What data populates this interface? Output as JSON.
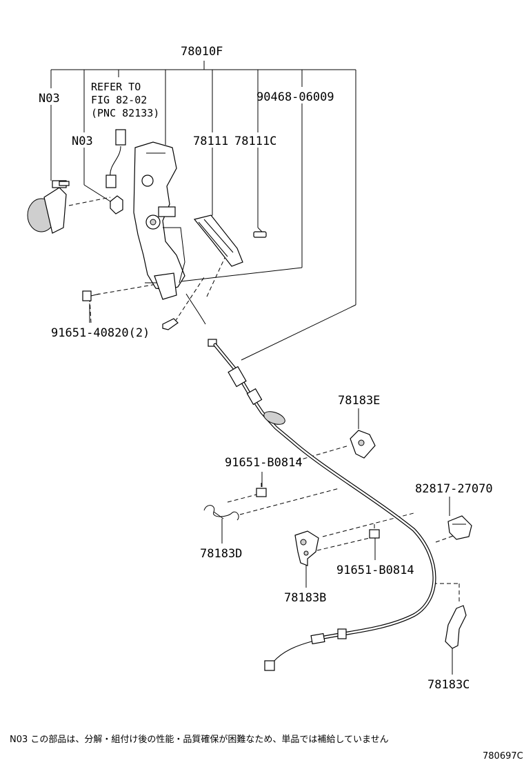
{
  "labels": {
    "assy": "78010F",
    "n03_top": "N03",
    "refer_1": "REFER TO",
    "refer_2": "FIG 82-02",
    "refer_3": "(PNC 82133)",
    "n03_mid": "N03",
    "p90468": "90468-06009",
    "p78111": "78111",
    "p78111c": "78111C",
    "p91651_40820": "91651-40820(2)",
    "p78183e": "78183E",
    "p91651_b0814_a": "91651-B0814",
    "p82817": "82817-27070",
    "p78183d": "78183D",
    "p91651_b0814_b": "91651-B0814",
    "p78183b": "78183B",
    "p78183c": "78183C"
  },
  "footer": {
    "note": "N03 この部品は、分解・組付け後の性能・品質確保が困難なため、単品では補給していません",
    "figure_code": "780697C"
  }
}
